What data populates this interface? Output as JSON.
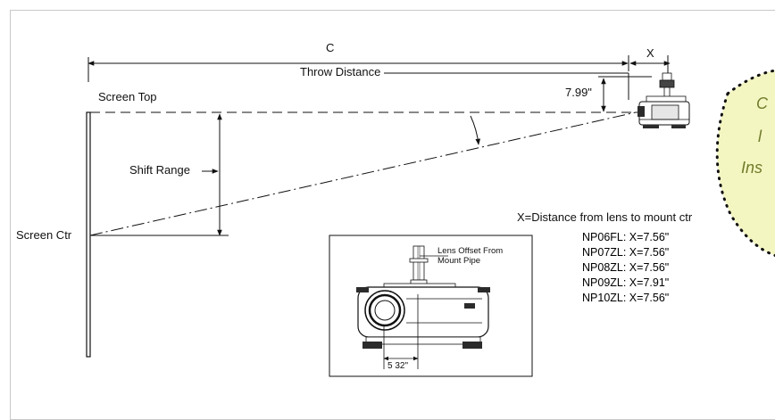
{
  "labels": {
    "c": "C",
    "x": "X",
    "throw_distance": "Throw Distance",
    "offset_value": "7.99\"",
    "screen_top": "Screen Top",
    "shift_range": "Shift Range",
    "screen_ctr": "Screen Ctr",
    "x_definition": "X=Distance from lens to mount ctr",
    "inset_caption": "Lens Offset From Mount Pipe",
    "inset_dimension": "5 32\""
  },
  "models": [
    {
      "text": "NP06FL: X=7.56\""
    },
    {
      "text": "NP07ZL: X=7.56\""
    },
    {
      "text": "NP08ZL: X=7.56\""
    },
    {
      "text": "NP09ZL: X=7.91\""
    },
    {
      "text": "NP10ZL: X=7.56\""
    }
  ],
  "sticky_note": {
    "lines": [
      "C",
      "l",
      "Ins"
    ],
    "fill": "#f4f6c2",
    "text_color": "#6f7b2a"
  },
  "colors": {
    "line": "#111111",
    "frame": "#c9c9c9",
    "projector_body": "#2b2b2b"
  }
}
